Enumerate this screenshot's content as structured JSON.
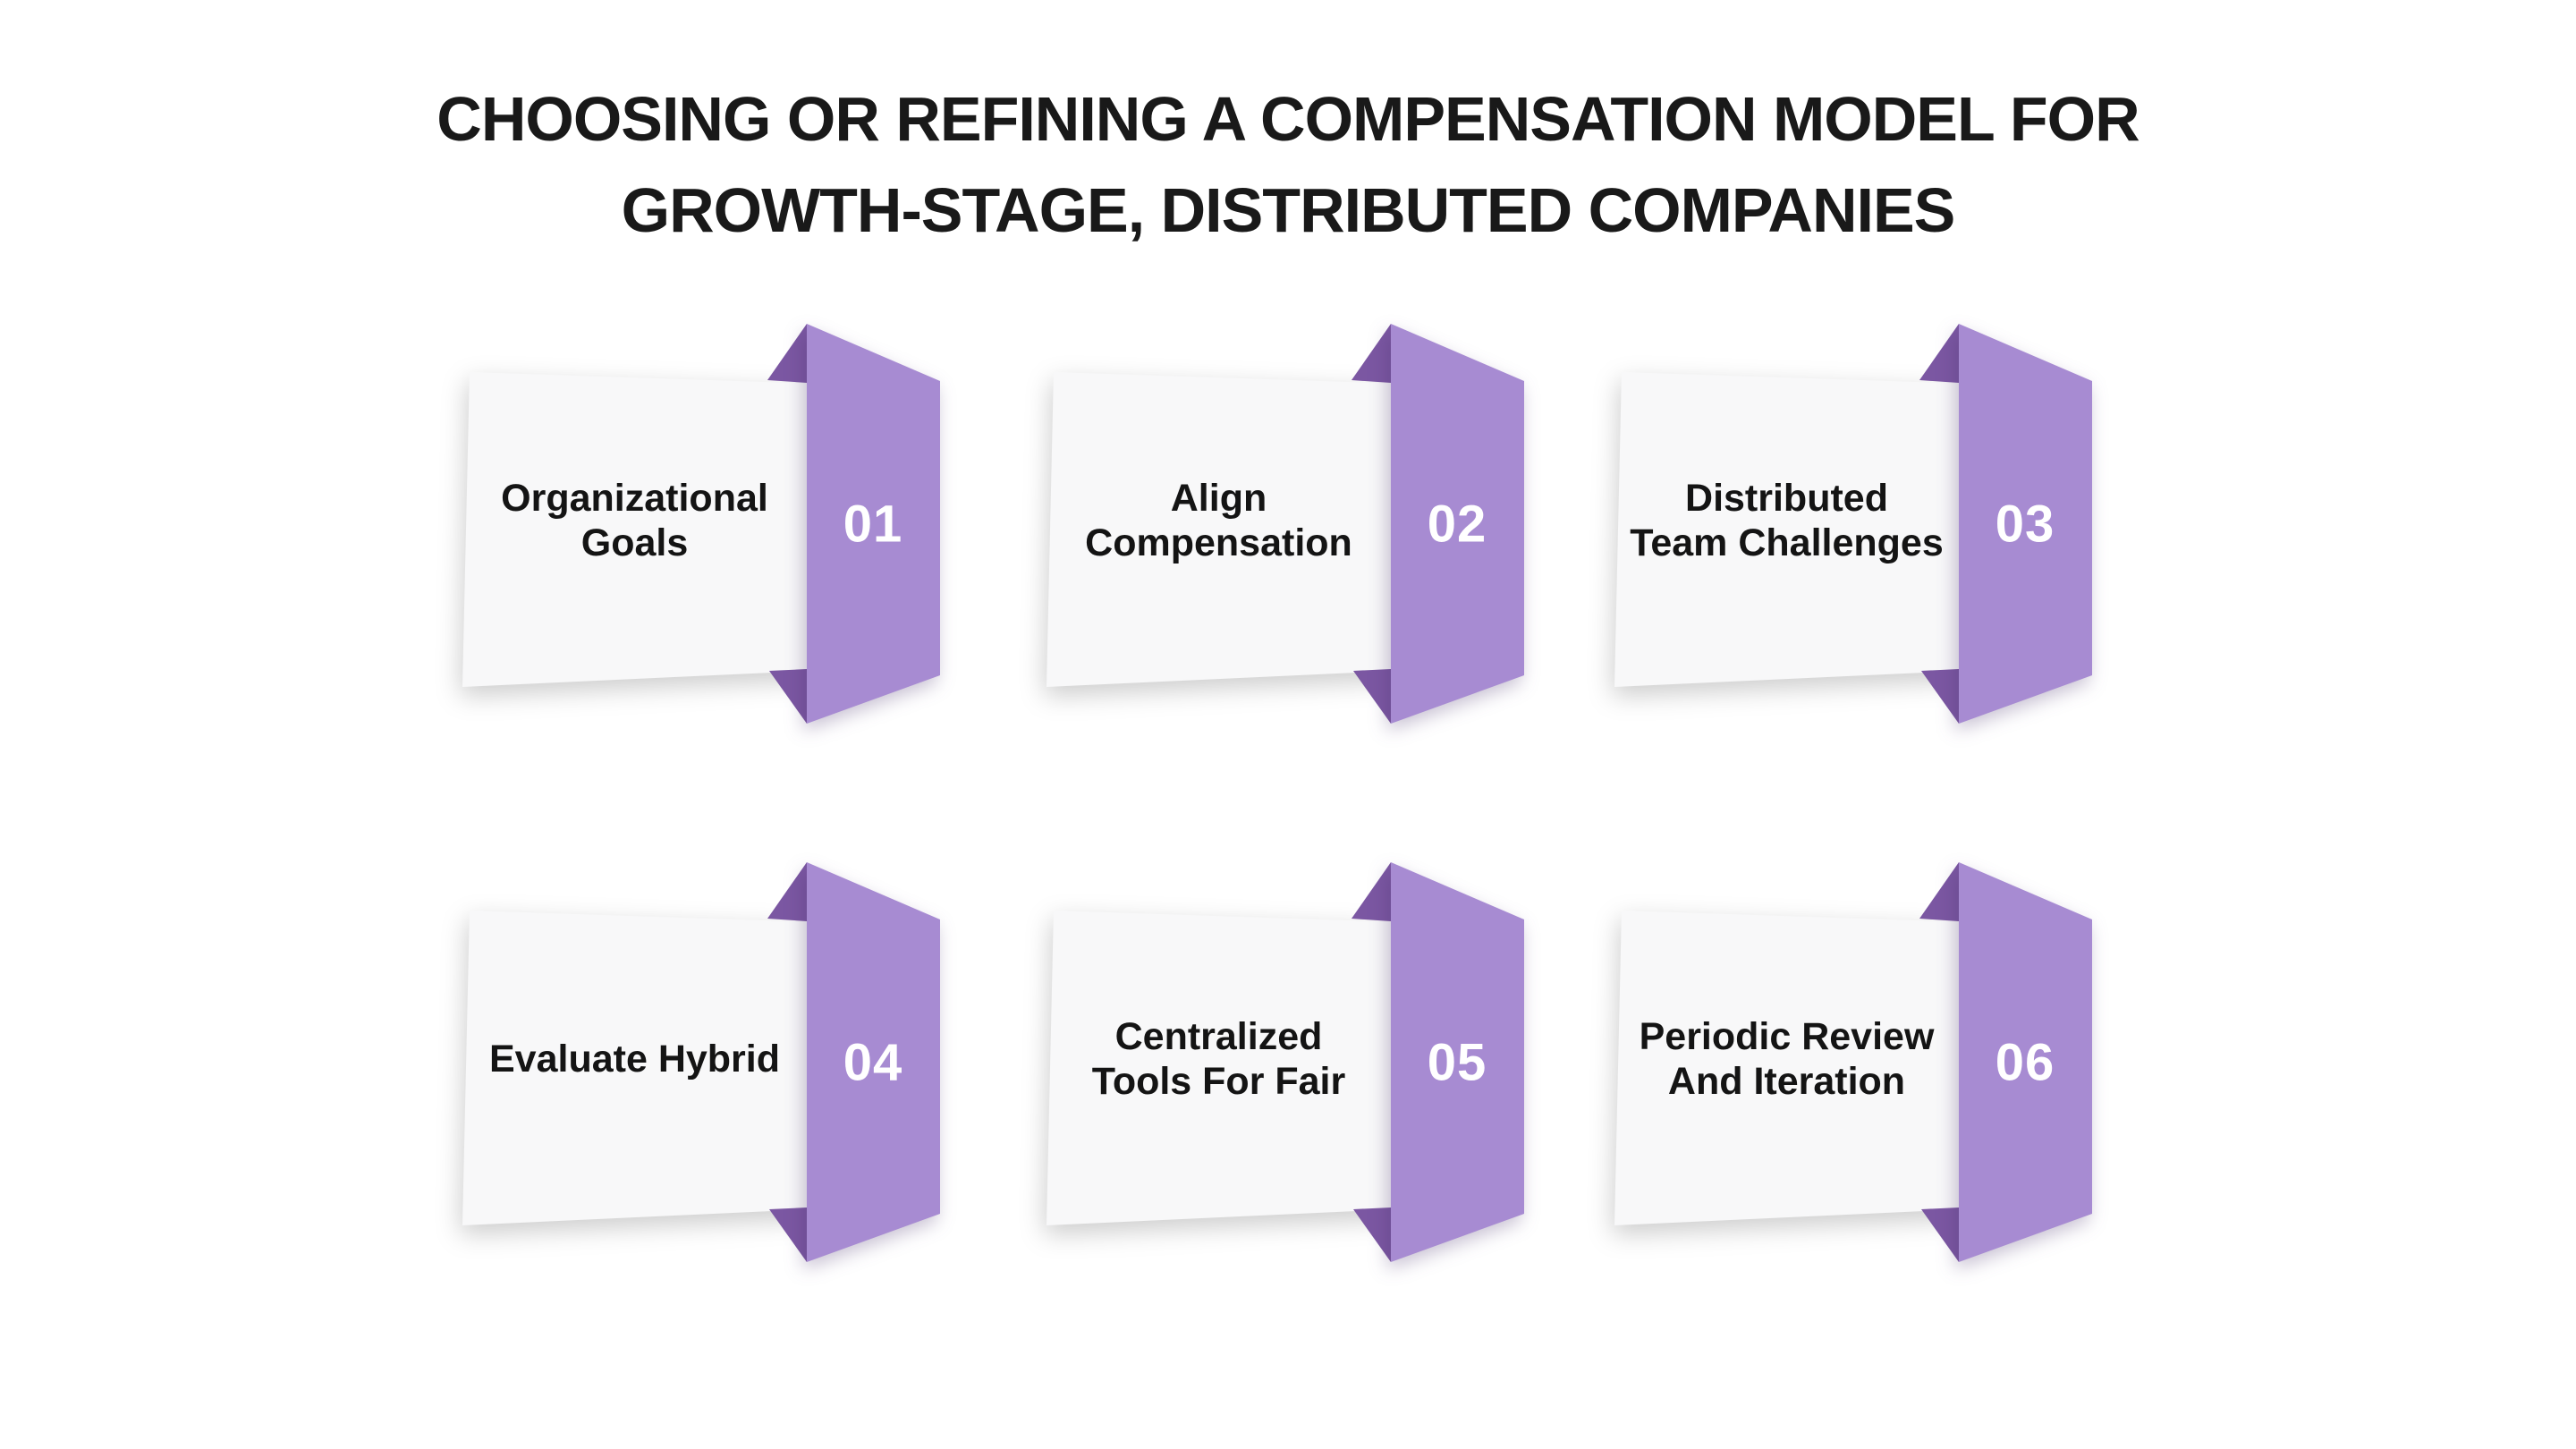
{
  "title": {
    "line1": "CHOOSING OR REFINING A COMPENSATION MODEL FOR",
    "line2": "GROWTH-STAGE, DISTRIBUTED COMPANIES"
  },
  "cards": [
    {
      "number": "01",
      "label": "Organizational\nGoals"
    },
    {
      "number": "02",
      "label": "Align\nCompensation"
    },
    {
      "number": "03",
      "label": "Distributed\nTeam Challenges"
    },
    {
      "number": "04",
      "label": "Evaluate Hybrid"
    },
    {
      "number": "05",
      "label": "Centralized\nTools For Fair"
    },
    {
      "number": "06",
      "label": "Periodic Review\nAnd Iteration"
    }
  ],
  "colors": {
    "page_background": "#ffffff",
    "title_text": "#191919",
    "card_background": "#f8f8f9",
    "card_text": "#141414",
    "ribbon_main": "#a78bd2",
    "ribbon_fold": "#7b57a2",
    "number_text": "#ffffff"
  }
}
